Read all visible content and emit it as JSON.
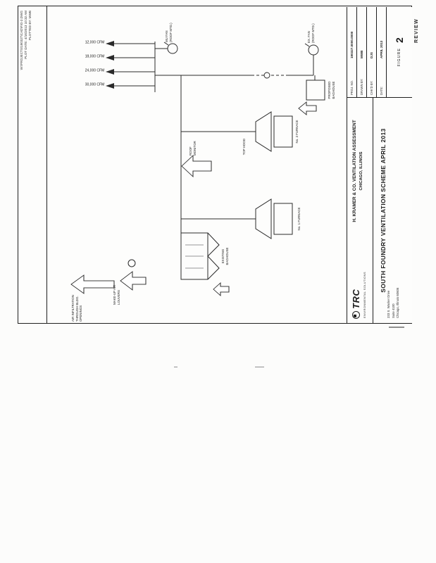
{
  "scan": {
    "stamp_lines": [
      "W:\\PROJECTS\\190327\\CAD\\FIG-2.DWG",
      "PLOT DATE: 4/16/2013 10:32 AM",
      "PLOTTED BY: MWB"
    ],
    "review_stamp": "REVIEW"
  },
  "schematic": {
    "stack_labels": [
      "30,000 CFM",
      "24,000 CFM",
      "18,000 CFM",
      "12,000 CFM"
    ],
    "infiltration_label": [
      "AIR INFILTRATION",
      "THROUGH BLDG.",
      "OPENINGS"
    ],
    "makeup_label": [
      "MAKE-UP AIR",
      "LOUVERS"
    ],
    "roof_monitor_label": [
      "ROOF",
      "MONITOR"
    ],
    "top_hood_label": "TOP HOOD",
    "furnace2_label": "No. 2 FURNACE",
    "furnace1_label": "No. 1 FURNACE",
    "existing_baghouse_label": [
      "EXISTING",
      "BAGHOUSE"
    ],
    "proposed_baghouse_label": [
      "PROPOSED",
      "BAGHOUSE"
    ],
    "mu_fan_label": [
      "MU FAN",
      "(ROOF MTD.)"
    ],
    "ex_fan_label": [
      "EX. FAN",
      "(ROOF MTD.)"
    ]
  },
  "titleblock": {
    "logo_text": "TRC",
    "logo_tagline": "ENVIRONMENTAL SOLUTIONS",
    "address": [
      "233 S. Wacker Drive",
      "Suite 4100",
      "Chicago, Illinois 60606"
    ],
    "project_line1": "H. KRAMER & CO. VENTILATION ASSESSMENT",
    "project_line2": "CHICAGO, ILLINOIS",
    "title": "SOUTH FOUNDRY VENTILATION SCHEME APRIL 2013",
    "grid": [
      {
        "label": "PROJ. NO.",
        "value": "190327.0000.0000"
      },
      {
        "label": "DRAWN BY:",
        "value": "MWB"
      },
      {
        "label": "CHK'D BY:",
        "value": "DJS"
      },
      {
        "label": "DATE:",
        "value": "APRIL 2013"
      }
    ],
    "figure_label": "FIGURE",
    "figure_number": "2"
  }
}
